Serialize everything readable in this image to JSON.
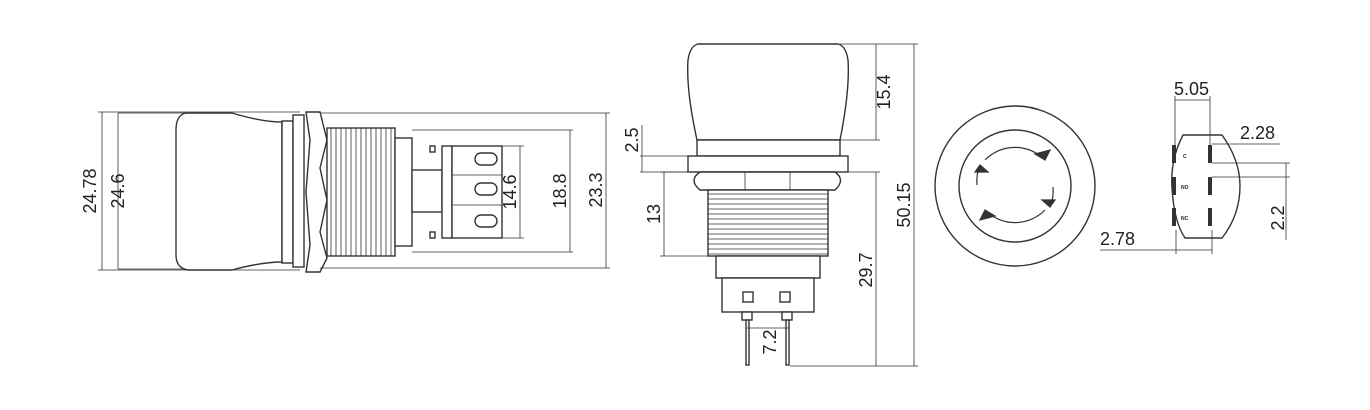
{
  "side_view": {
    "dims": {
      "d1": "24.78",
      "d2": "24.6",
      "d3": "14.6",
      "d4": "18.8",
      "d5": "23.3"
    }
  },
  "front_view": {
    "dims": {
      "d1": "2.5",
      "d2": "13",
      "d3": "15.4",
      "d4": "50.15",
      "d5": "29.7",
      "d6": "7.2"
    }
  },
  "top_view": {},
  "terminal_view": {
    "dims": {
      "d1": "5.05",
      "d2": "2.28",
      "d3": "2.78",
      "d4": "2.2"
    },
    "labels": {
      "c": "C",
      "no": "NO",
      "nc": "NC"
    }
  }
}
